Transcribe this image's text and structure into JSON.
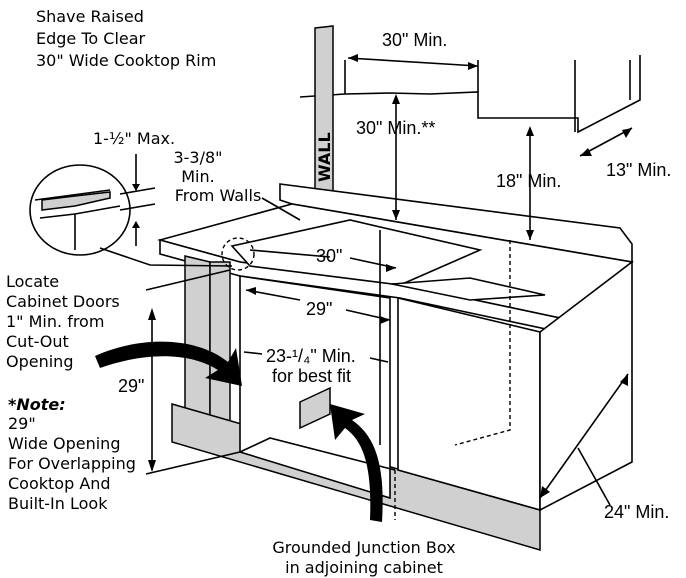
{
  "labels": {
    "shave_line1": "Shave Raised",
    "shave_line2": "Edge To Clear",
    "shave_line3": "30\" Wide Cooktop Rim",
    "max_1_half": "1-½\" Max.",
    "from_walls_1": "3-3/8\"",
    "from_walls_2": "Min.",
    "from_walls_3": "From Walls",
    "wall": "WALL",
    "min_30_top": "30\" Min.",
    "min_30_star": "30\" Min.**",
    "min_18": "18\" Min.",
    "min_13": "13\" Min.",
    "dim_30": "30\"",
    "dim_29_top": "29\"",
    "dim_29_left": "29\"",
    "dim_23_a": "23-¹/₄\" Min.",
    "dim_23_b": "for best fit",
    "min_24": "24\" Min.",
    "locate_1": "Locate",
    "locate_2": "Cabinet Doors",
    "locate_3": "1\" Min. from",
    "locate_4": "Cut-Out",
    "locate_5": "Opening",
    "note_title": "*Note:",
    "note_1": "29\"",
    "note_2": "Wide Opening",
    "note_3": "For Overlapping",
    "note_4": "Cooktop And",
    "note_5": "Built-In Look",
    "junction_1": "Grounded Junction Box",
    "junction_2": "in adjoining cabinet"
  }
}
